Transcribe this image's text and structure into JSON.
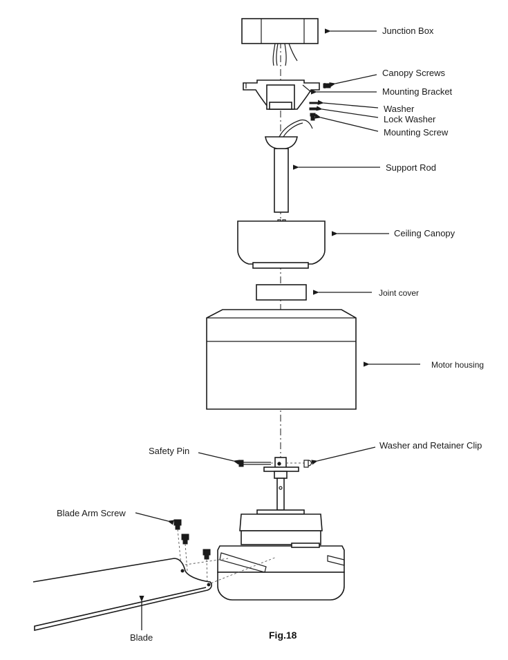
{
  "labels": {
    "junction_box": "Junction Box",
    "canopy_screws": "Canopy Screws",
    "mounting_bracket": "Mounting Bracket",
    "washer": "Washer",
    "lock_washer": "Lock Washer",
    "mounting_screw": "Mounting Screw",
    "support_rod": "Support Rod",
    "ceiling_canopy": "Ceiling Canopy",
    "joint_cover": "Joint cover",
    "motor_housing": "Motor housing",
    "safety_pin": "Safety Pin",
    "washer_retainer_clip": "Washer and Retainer Clip",
    "blade_arm_screw": "Blade Arm Screw",
    "blade": "Blade"
  },
  "caption": "Fig.18"
}
